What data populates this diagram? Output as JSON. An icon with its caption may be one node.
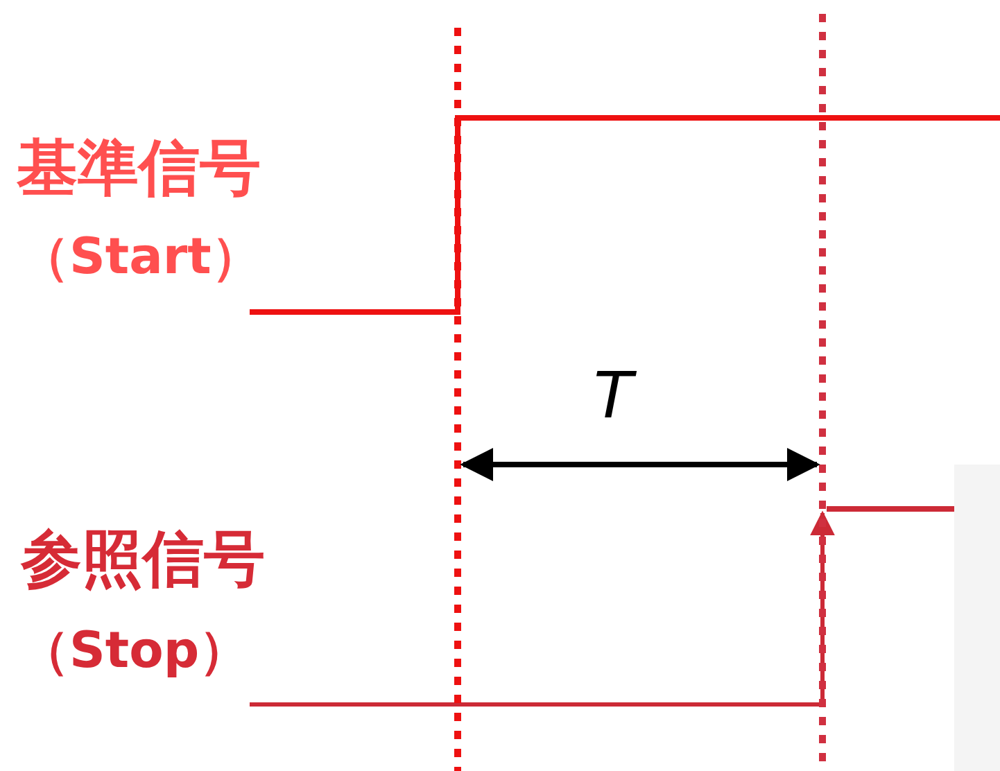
{
  "diagram": {
    "labels": [
      "基準信号",
      "（Start）",
      "T",
      "参照信号",
      "（Stop）"
    ]
  }
}
